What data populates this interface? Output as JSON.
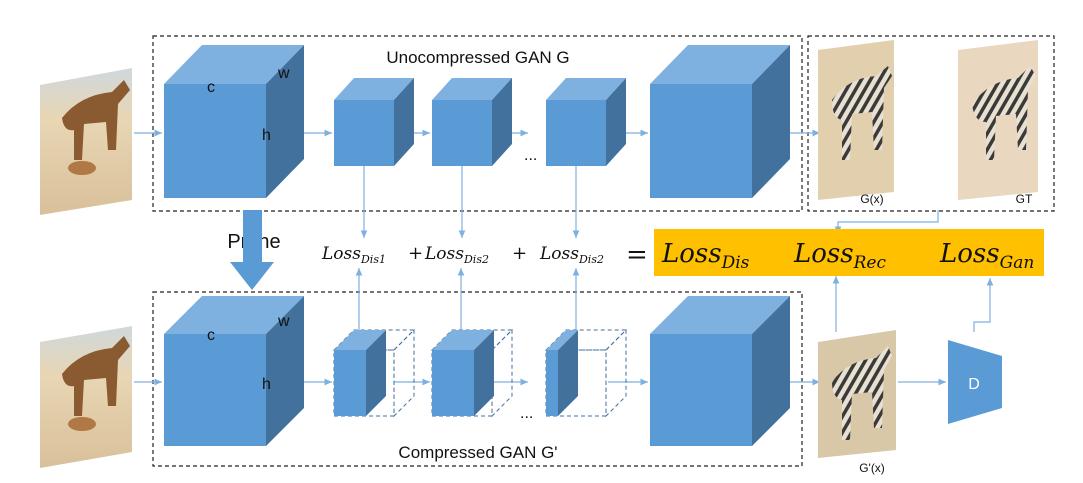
{
  "top_panel": {
    "title": "Unocompressed GAN G"
  },
  "bottom_panel": {
    "title": "Compressed GAN G'"
  },
  "cube_dims": {
    "c": "c",
    "w": "w",
    "h": "h"
  },
  "ellipsis": "...",
  "prune": {
    "label": "Prune"
  },
  "outputs": {
    "gx": "G(x)",
    "gt": "GT",
    "gpx": "G'(x)"
  },
  "discriminator": {
    "label": "D"
  },
  "distill_equation": {
    "loss_word": "Loss",
    "term1_sub": "Dis1",
    "term2_sub": "Dis2",
    "term3_sub": "Dis2",
    "plus": "+",
    "equals": "="
  },
  "loss_banner": {
    "loss_word": "Loss",
    "dis_sub": "Dis",
    "rec_sub": "Rec",
    "gan_sub": "Gan"
  },
  "colors": {
    "cube_front": "#5b9bd5",
    "cube_top": "#7fb1e0",
    "cube_side": "#41719c",
    "arrow": "#7fb1e0",
    "banner": "#ffc000",
    "horse_tone": "#8a5a30",
    "sand_tone": "#e2cfae",
    "zebra_tone": "#d8c8a8"
  }
}
